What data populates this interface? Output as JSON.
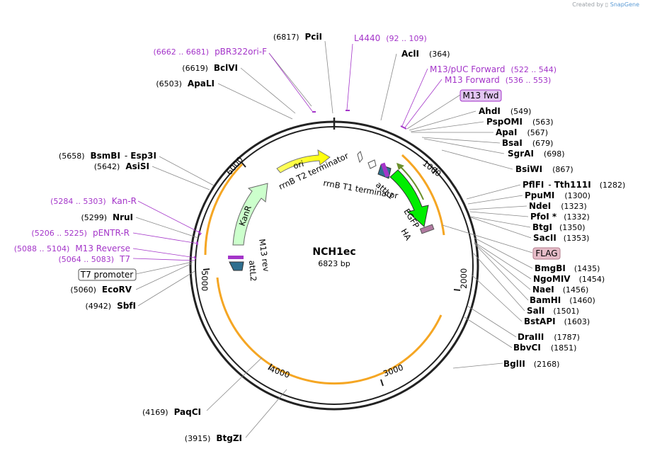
{
  "credit": {
    "prefix": "Created by",
    "brand": "SnapGene"
  },
  "plasmid": {
    "name": "NCH1ec",
    "length": "6823 bp"
  },
  "ticks": [
    "1000",
    "2000",
    "3000",
    "4000",
    "5000",
    "6000"
  ],
  "features": {
    "ori": "ori",
    "kanr": "KanR",
    "egfp": "EGFP",
    "ha": "HA",
    "attl1": "attL1",
    "attl2": "attL2",
    "m13rev": "M13 rev",
    "rrnb_t1": "rrnB T1 terminator",
    "rrnb_t2": "rrnB T2 terminator"
  },
  "left_sites": [
    {
      "pos": "(6817)",
      "name": "PciI"
    },
    {
      "pos": "(6619)",
      "name": "BclVI"
    },
    {
      "pos": "(6503)",
      "name": "ApaLI"
    },
    {
      "pos": "(5658)",
      "name": "BsmBI",
      "name2": "Esp3I"
    },
    {
      "pos": "(5642)",
      "name": "AsiSI"
    },
    {
      "pos": "(5299)",
      "name": "NruI"
    },
    {
      "pos": "(5060)",
      "name": "EcoRV"
    },
    {
      "pos": "(4942)",
      "name": "SbfI"
    },
    {
      "pos": "(4169)",
      "name": "PaqCI"
    },
    {
      "pos": "(3915)",
      "name": "BtgZI"
    }
  ],
  "left_primers": [
    {
      "range": "(6662 .. 6681)",
      "name": "pBR322ori-F"
    },
    {
      "range": "(5284 .. 5303)",
      "name": "Kan-R"
    },
    {
      "range": "(5206 .. 5225)",
      "name": "pENTR-R"
    },
    {
      "range": "(5088 .. 5104)",
      "name": "M13 Reverse"
    },
    {
      "range": "(5064 .. 5083)",
      "name": "T7"
    }
  ],
  "left_boxed": "T7 promoter",
  "top_primer": {
    "name": "L4440",
    "range": "(92 .. 109)"
  },
  "right_primers": [
    {
      "name": "M13/pUC Forward",
      "range": "(522 .. 544)"
    },
    {
      "name": "M13 Forward",
      "range": "(536 .. 553)"
    }
  ],
  "right_boxed": [
    "M13 fwd",
    "FLAG"
  ],
  "right_sites": [
    {
      "name": "AclI",
      "pos": "(364)"
    },
    {
      "name": "AhdI",
      "pos": "(549)"
    },
    {
      "name": "PspOMI",
      "pos": "(563)"
    },
    {
      "name": "ApaI",
      "pos": "(567)"
    },
    {
      "name": "BsaI",
      "pos": "(679)"
    },
    {
      "name": "SgrAI",
      "pos": "(698)"
    },
    {
      "name": "BsiWI",
      "pos": "(867)"
    },
    {
      "name": "PflFI",
      "name2": "Tth111I",
      "pos": "(1282)"
    },
    {
      "name": "PpuMI",
      "pos": "(1300)"
    },
    {
      "name": "NdeI",
      "pos": "(1323)"
    },
    {
      "name": "PfoI *",
      "pos": "(1332)"
    },
    {
      "name": "BtgI",
      "pos": "(1350)"
    },
    {
      "name": "SacII",
      "pos": "(1353)"
    },
    {
      "name": "BmgBI",
      "pos": "(1435)"
    },
    {
      "name": "NgoMIV",
      "pos": "(1454)"
    },
    {
      "name": "NaeI",
      "pos": "(1456)"
    },
    {
      "name": "BamHI",
      "pos": "(1460)"
    },
    {
      "name": "SalI",
      "pos": "(1501)"
    },
    {
      "name": "BstAPI",
      "pos": "(1603)"
    },
    {
      "name": "DraIII",
      "pos": "(1787)"
    },
    {
      "name": "BbvCI",
      "pos": "(1851)"
    },
    {
      "name": "BglII",
      "pos": "(2168)"
    }
  ],
  "colors": {
    "ori": "#ffff00",
    "kanr": "#ccffcc",
    "egfp": "#00ee00",
    "att": "#2f6f8f",
    "primer": "#a435c9",
    "orf": "#f5a623"
  }
}
